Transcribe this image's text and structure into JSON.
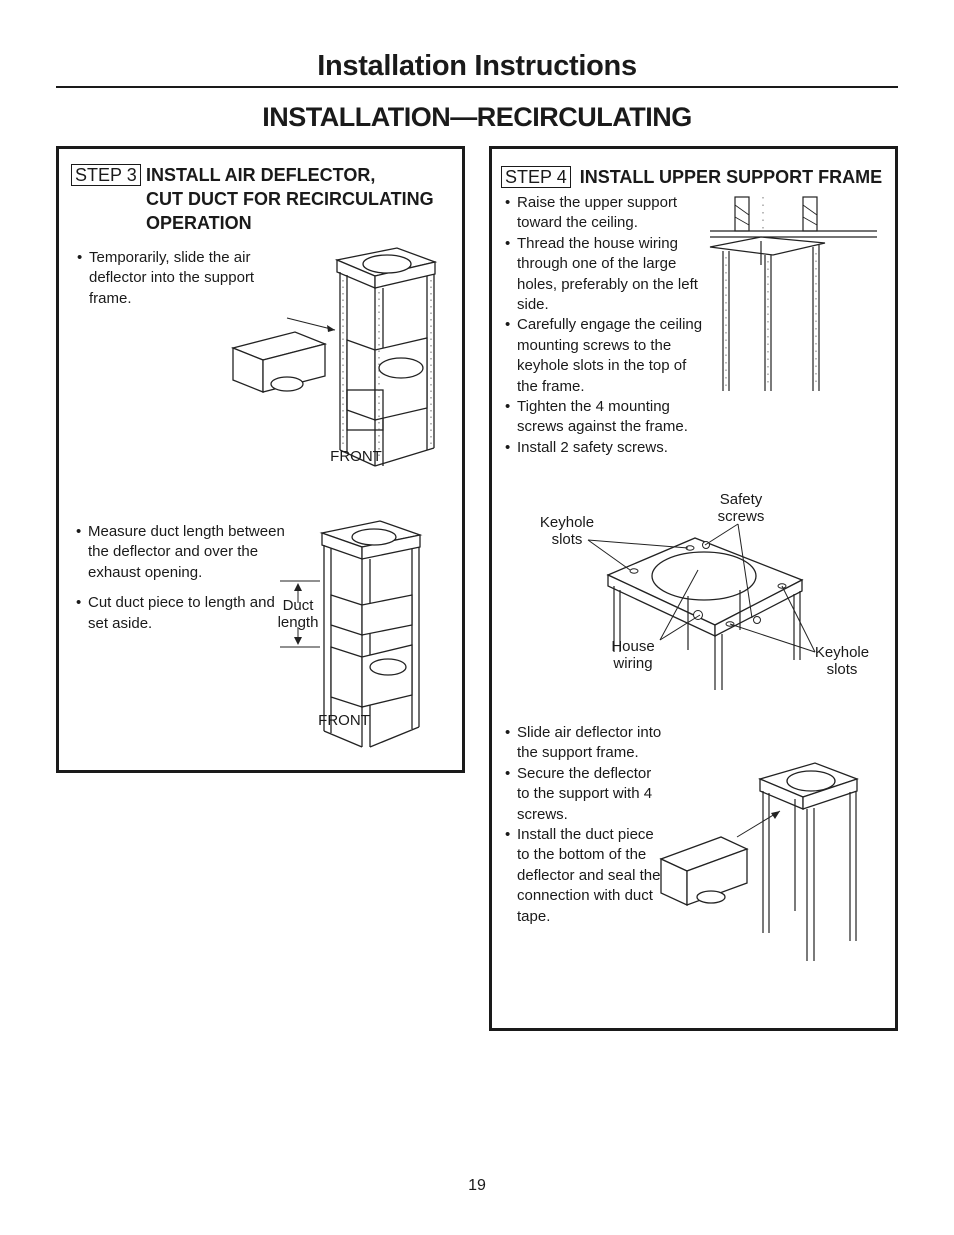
{
  "header": {
    "title": "Installation Instructions",
    "subtitle": "INSTALLATION—RECIRCULATING"
  },
  "step3": {
    "tag": "STEP 3",
    "heading_lines": [
      "INSTALL AIR DEFLECTOR,",
      "CUT DUCT FOR RECIRCULATING",
      "OPERATION"
    ],
    "bullets_a": [
      "Temporarily, slide the air deflector into the support frame."
    ],
    "bullets_b": [
      "Measure duct length between the deflector and over the exhaust opening.",
      "Cut duct piece to length and set aside."
    ],
    "label_front_1": "FRONT",
    "label_front_2": "FRONT",
    "label_duct_length": "Duct length"
  },
  "step4": {
    "tag": "STEP 4",
    "heading": "INSTALL UPPER SUPPORT FRAME",
    "bullets_a": [
      "Raise the upper support toward the ceiling.",
      "Thread the house wiring through one of the large holes, preferably on the left side.",
      "Carefully engage the ceiling mounting screws to the keyhole slots in the top of the frame.",
      "Tighten the 4 mounting screws against the frame.",
      "Install 2 safety screws."
    ],
    "label_keyhole_left": "Keyhole slots",
    "label_safety": "Safety screws",
    "label_house_wiring": "House wiring",
    "label_keyhole_right": "Keyhole slots",
    "bullets_b": [
      "Slide air deflector into the support frame.",
      "Secure the deflector to the support with 4 screws.",
      "Install the duct piece to the bottom of the deflector and seal the connection with duct tape."
    ]
  },
  "page_number": "19"
}
